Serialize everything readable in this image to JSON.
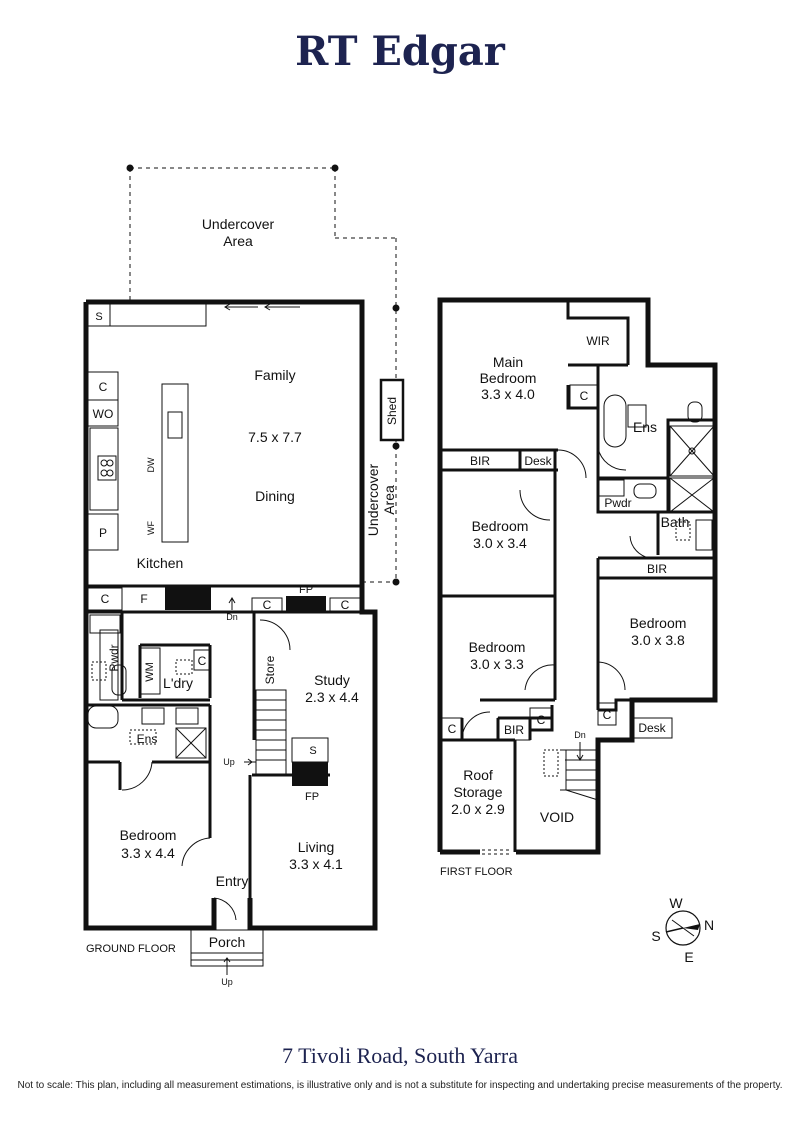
{
  "brand": "RT Edgar",
  "address": "7 Tivoli Road, South Yarra",
  "disclaimer": "Not to scale: This plan, including all measurement estimations, is illustrative only and is not a substitute for inspecting and undertaking precise measurements of the property.",
  "floor_labels": {
    "ground": "GROUND FLOOR",
    "first": "FIRST FLOOR"
  },
  "compass": {
    "n": "N",
    "s": "S",
    "e": "E",
    "w": "W"
  },
  "ground": {
    "undercover_top": [
      "Undercover",
      "Area"
    ],
    "undercover_side": [
      "Undercover",
      "Area"
    ],
    "shed": "Shed",
    "family": "Family",
    "family_dim": "7.5 x 7.7",
    "dining": "Dining",
    "kitchen": "Kitchen",
    "s": "S",
    "c_kitchen": "C",
    "wo": "WO",
    "p": "P",
    "dw": "DW",
    "wf": "WF",
    "c_left": "C",
    "f": "F",
    "dn": "Dn",
    "c_fp_left": "C",
    "fp_top": "FP",
    "c_fp_right": "C",
    "pwdr": "Pwdr",
    "wm": "WM",
    "ldry": "L'dry",
    "c_ldry": "C",
    "ens": "Ens",
    "store": "Store",
    "study": "Study",
    "study_dim": "2.3 x 4.4",
    "up_stair": "Up",
    "s_stair": "S",
    "fp_bottom": "FP",
    "bedroom": "Bedroom",
    "bedroom_dim": "3.3 x 4.4",
    "living": "Living",
    "living_dim": "3.3 x 4.1",
    "entry": "Entry",
    "porch": "Porch",
    "up_porch": "Up"
  },
  "first": {
    "wir": "WIR",
    "main_bedroom": "Main",
    "main_bedroom_2": "Bedroom",
    "main_bedroom_dim": "3.3 x 4.0",
    "c_main": "C",
    "ens": "Ens",
    "bir_1": "BIR",
    "desk_1": "Desk",
    "pwdr": "Pwdr",
    "bedroom_a": "Bedroom",
    "bedroom_a_dim": "3.0 x 3.4",
    "bath": "Bath",
    "bir_2": "BIR",
    "bedroom_b": "Bedroom",
    "bedroom_b_dim": "3.0 x 3.8",
    "bedroom_c": "Bedroom",
    "bedroom_c_dim": "3.0 x 3.3",
    "c_1": "C",
    "bir_3": "BIR",
    "c_2": "C",
    "c_3": "C",
    "desk_2": "Desk",
    "dn": "Dn",
    "roof_storage": "Roof",
    "roof_storage_2": "Storage",
    "roof_storage_dim": "2.0 x 2.9",
    "void": "VOID"
  }
}
